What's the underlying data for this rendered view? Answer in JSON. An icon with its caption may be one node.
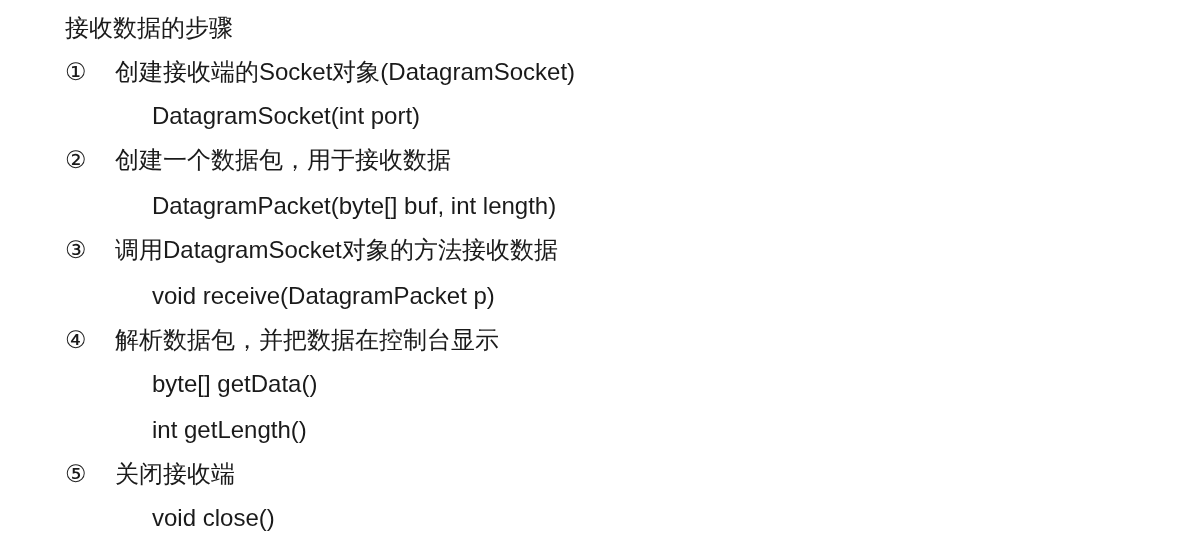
{
  "diagram": {
    "title": "接收数据的步骤",
    "labels": [
      "①",
      "创建接收端的Socket对象(DatagramSocket)",
      "DatagramSocket(int port)",
      "②",
      "创建一个数据包，用于接收数据",
      "DatagramPacket(byte[] buf, int length)",
      "③",
      "调用DatagramSocket对象的方法接收数据",
      "void receive(DatagramPacket p)",
      "④",
      "解析数据包，并把数据在控制台显示",
      "byte[] getData()",
      "int getLength()",
      "⑤",
      "关闭接收端",
      "void close()"
    ]
  }
}
